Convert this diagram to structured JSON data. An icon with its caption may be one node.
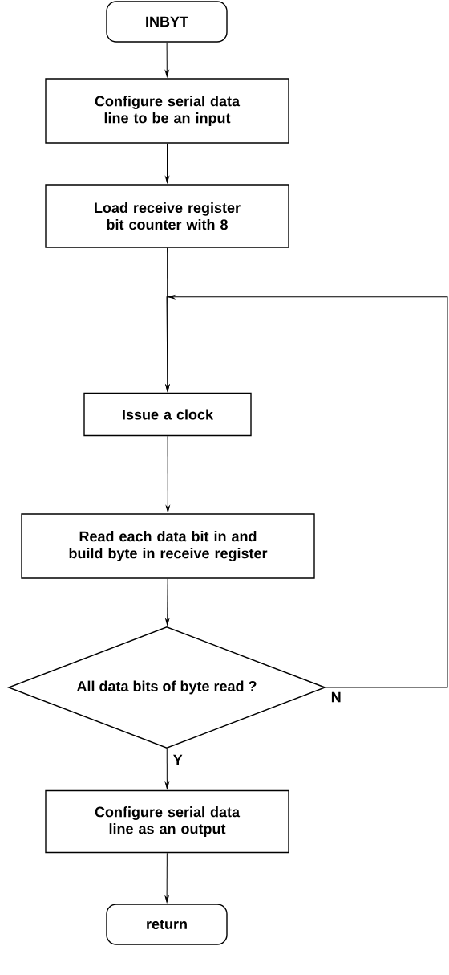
{
  "diagram": {
    "nodes": [
      {
        "text": [
          "INBYT"
        ]
      },
      {
        "text": [
          "Configure serial data line to be an input"
        ]
      },
      {
        "text": [
          "Load receive register bit counter with 8"
        ]
      },
      {
        "text": [
          "Issue a clock"
        ]
      },
      {
        "text": [
          "Read each data bit in and build byte in receive register"
        ]
      },
      {
        "text": [
          "All data bits of byte read ?"
        ]
      },
      {
        "text": [
          "Configure serial data line as an output"
        ]
      },
      {
        "text": [
          "return"
        ]
      }
    ],
    "edges": [
      {
        "from": 0,
        "to": 1,
        "arrow": "to"
      },
      {
        "from": 1,
        "to": 2,
        "arrow": "to"
      },
      {
        "from": 2,
        "to": 3,
        "arrow": "to"
      },
      {
        "from": 3,
        "to": 4,
        "arrow": "to"
      },
      {
        "from": 4,
        "to": 5,
        "arrow": "to"
      },
      {
        "from": 5,
        "to": 6,
        "arrow": "to",
        "label": "Y"
      },
      {
        "from": 6,
        "to": 7,
        "arrow": "to"
      },
      {
        "from": 5,
        "to": 3,
        "arrow": "to",
        "label": "N"
      }
    ]
  }
}
